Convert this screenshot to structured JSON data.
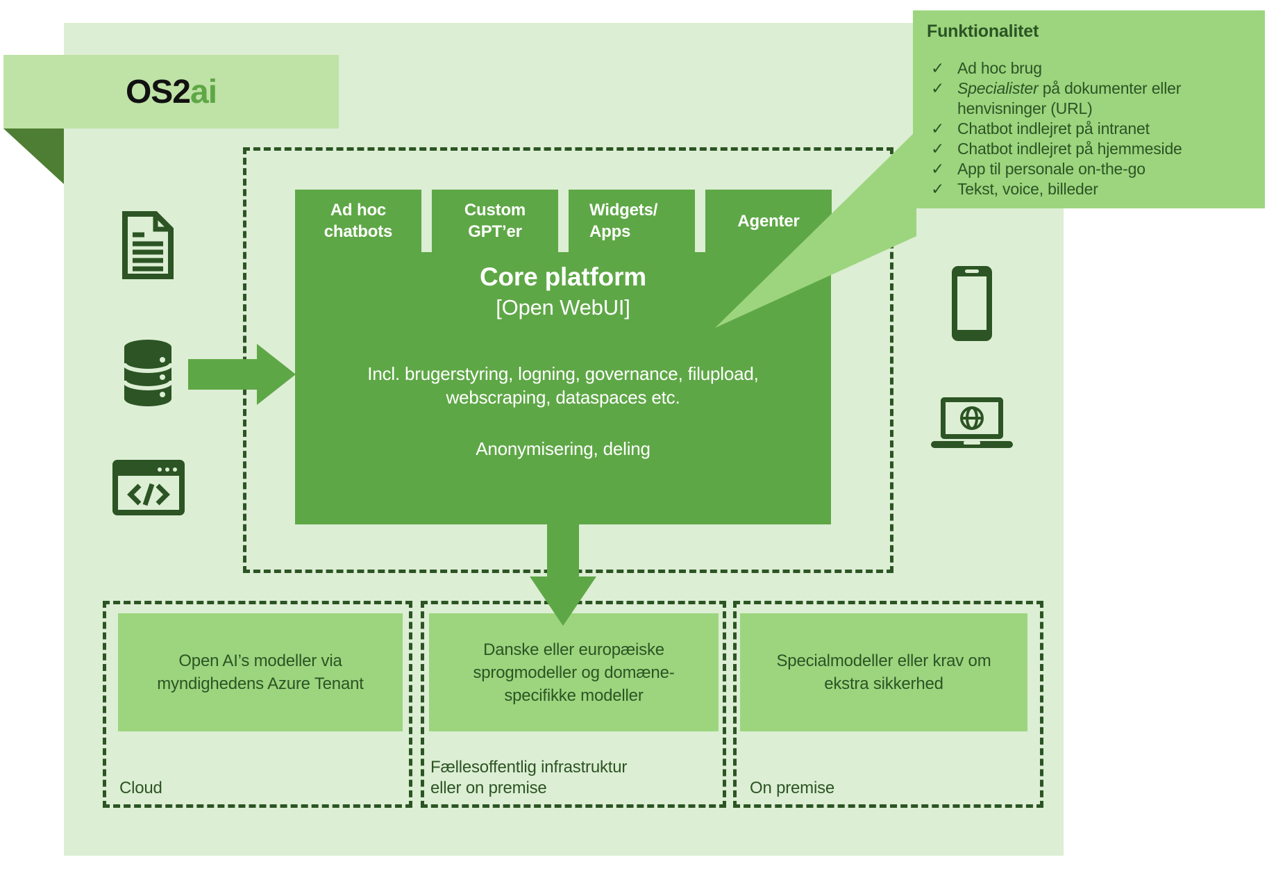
{
  "colors": {
    "page": "#ffffff",
    "canvas": "#dceed4",
    "banner": "#bfe2a6",
    "fold": "#4e7e33",
    "green": "#5ea746",
    "medium": "#9cd57e",
    "dark": "#2c5424",
    "white": "#ffffff",
    "black": "#111111"
  },
  "logo": {
    "black": "OS2",
    "green": "ai"
  },
  "funktionalitet": {
    "title": "Funktionalitet",
    "check": "✓",
    "items": [
      {
        "text": "Ad hoc brug"
      },
      {
        "italic": "Specialister",
        "text": " på dokumenter eller henvisninger (URL)"
      },
      {
        "text": "Chatbot indlejret på intranet"
      },
      {
        "text": "Chatbot indlejret på hjemmeside"
      },
      {
        "text": "App til personale on-the-go"
      },
      {
        "text": "Tekst, voice, billeder"
      }
    ]
  },
  "tabs": [
    {
      "line1": "Ad hoc",
      "line2": "chatbots"
    },
    {
      "line1": "Custom",
      "line2": "GPT’er"
    },
    {
      "line1": "Widgets/",
      "line2": "Apps"
    },
    {
      "line1": "Agenter",
      "line2": ""
    }
  ],
  "core": {
    "title": "Core platform",
    "subtitle": "[Open WebUI]",
    "body1_lines": [
      "Incl. brugerstyring, logning, governance, filupload,",
      "webscraping, dataspaces etc."
    ],
    "body2": "Anonymisering, deling"
  },
  "bottom": {
    "boxes": [
      {
        "lines": [
          "Open AI’s modeller via",
          "myndighedens Azure Tenant"
        ],
        "label_lines": [
          "Cloud"
        ]
      },
      {
        "lines": [
          "Danske eller europæiske",
          "sprogmodeller og domæne-",
          "specifikke modeller"
        ],
        "label_lines": [
          "Fællesoffentlig infrastruktur",
          "eller on premise"
        ]
      },
      {
        "lines": [
          "Specialmodeller eller krav om",
          "ekstra sikkerhed"
        ],
        "label_lines": [
          "On premise"
        ]
      }
    ]
  },
  "icons": {
    "left": [
      "document-icon",
      "database-icon",
      "code-window-icon"
    ],
    "right": [
      "smartphone-icon",
      "laptop-globe-icon"
    ],
    "arrows": [
      "right-arrow-icon",
      "down-arrow-icon"
    ]
  }
}
